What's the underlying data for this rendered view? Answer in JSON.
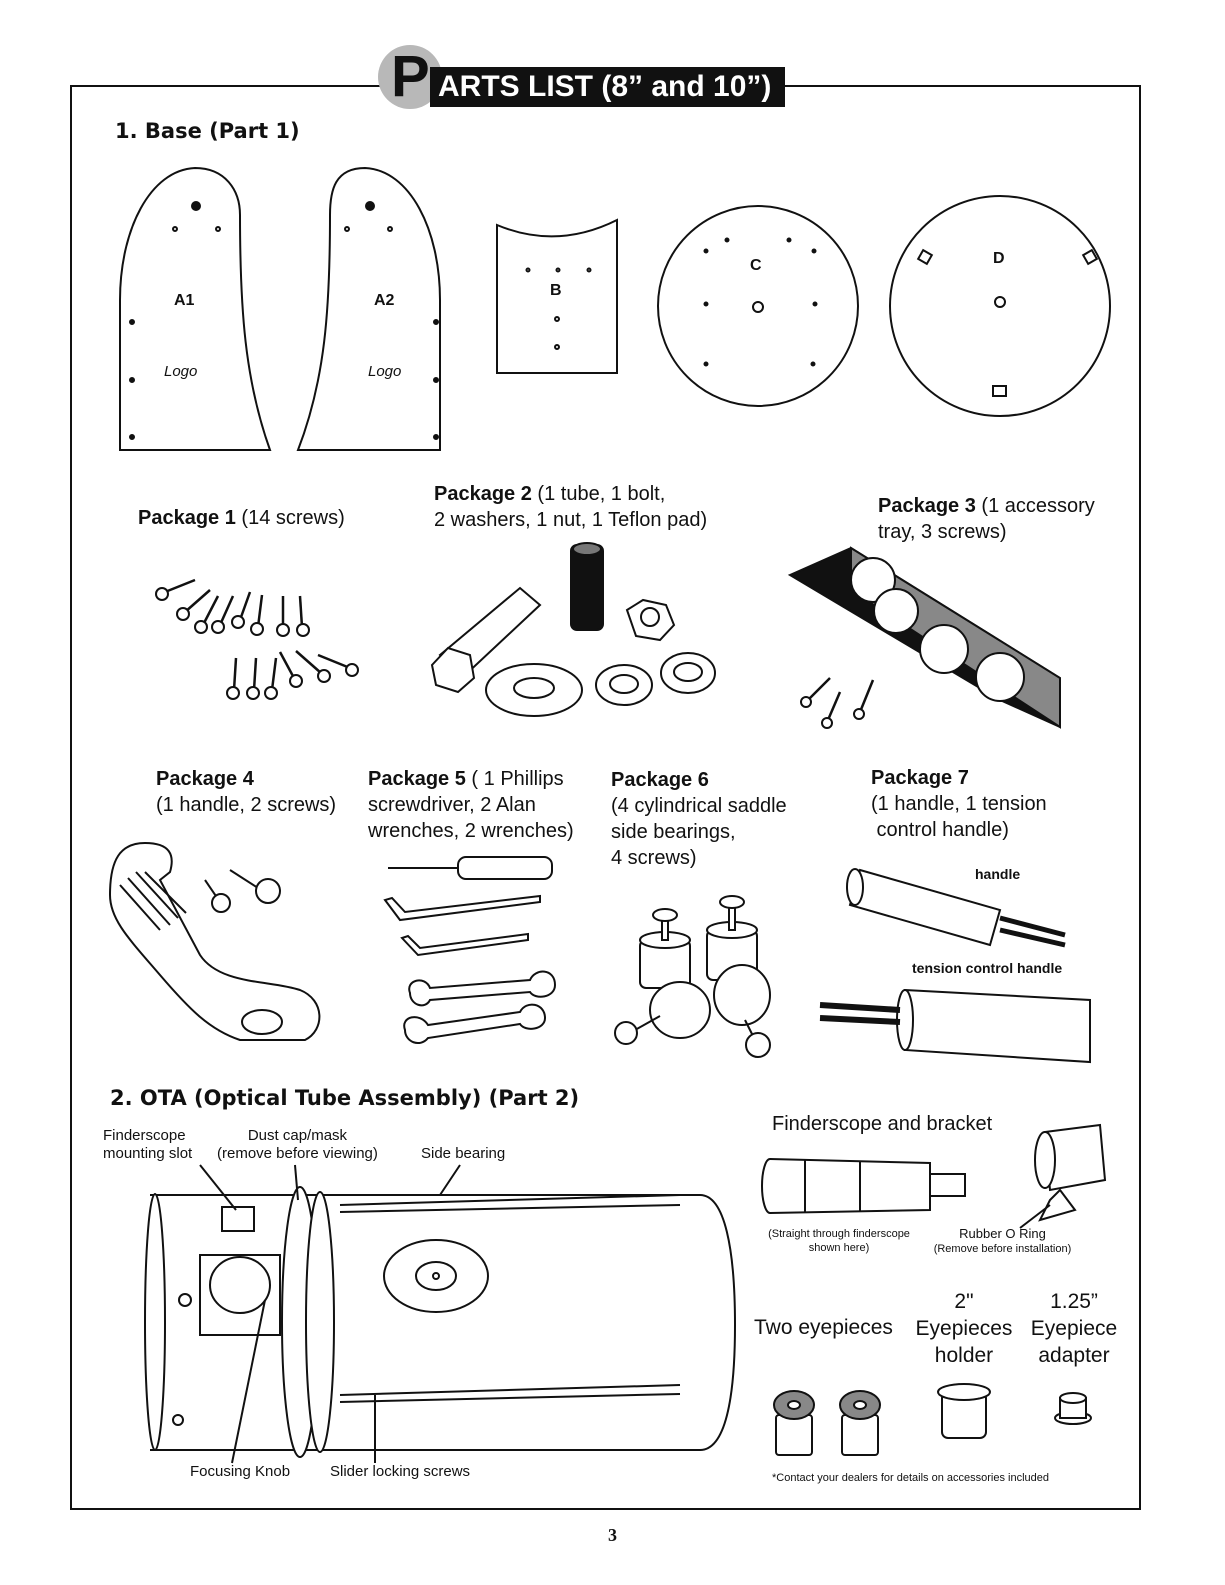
{
  "header": {
    "initial": "P",
    "title_rest": "ARTS LIST (8” and 10”)"
  },
  "section1": {
    "heading": "1. Base (Part 1)",
    "parts": {
      "a1": "A1",
      "a2": "A2",
      "b": "B",
      "c": "C",
      "d": "D",
      "logo": "Logo"
    }
  },
  "packages": [
    {
      "name": "Package 1",
      "lines": [
        "(14 screws)"
      ]
    },
    {
      "name": "Package 2",
      "lines": [
        "(1 tube, 1 bolt,",
        "2 washers, 1 nut, 1 Teflon pad)"
      ]
    },
    {
      "name": "Package 3",
      "lines": [
        "(1 accessory",
        "tray, 3 screws)"
      ]
    },
    {
      "name": "Package 4",
      "lines": [
        "(1 handle, 2 screws)"
      ]
    },
    {
      "name": "Package 5",
      "lines": [
        "( 1 Phillips",
        "screwdriver, 2 Alan",
        "wrenches, 2 wrenches)"
      ]
    },
    {
      "name": "Package 6",
      "lines": [
        "(4 cylindrical saddle",
        "side bearings,",
        "4 screws)"
      ]
    },
    {
      "name": "Package 7",
      "lines": [
        "(1 handle, 1 tension",
        " control handle)"
      ]
    }
  ],
  "package7_labels": {
    "handle": "handle",
    "tension": "tension control handle"
  },
  "section2": {
    "heading": "2. OTA (Optical Tube Assembly) (Part 2)",
    "callouts": {
      "finder_slot_1": "Finderscope",
      "finder_slot_2": "mounting slot",
      "dust_cap_1": "Dust cap/mask",
      "dust_cap_2": "(remove before viewing)",
      "side_bearing": "Side bearing",
      "focusing_knob": "Focusing Knob",
      "slider_screws": "Slider locking screws"
    },
    "finderscope": {
      "title": "Finderscope and bracket",
      "straight_1": "(Straight through finderscope",
      "straight_2": "shown here)",
      "oring_1": "Rubber O Ring",
      "oring_2": "(Remove before installation)"
    },
    "accessories": {
      "eyepieces": "Two eyepieces",
      "holder_1": "2\"",
      "holder_2": "Eyepieces",
      "holder_3": "holder",
      "adapter_1": "1.25”",
      "adapter_2": "Eyepiece",
      "adapter_3": "adapter"
    },
    "note": "*Contact your dealers for details on accessories included"
  },
  "page_number": "3"
}
